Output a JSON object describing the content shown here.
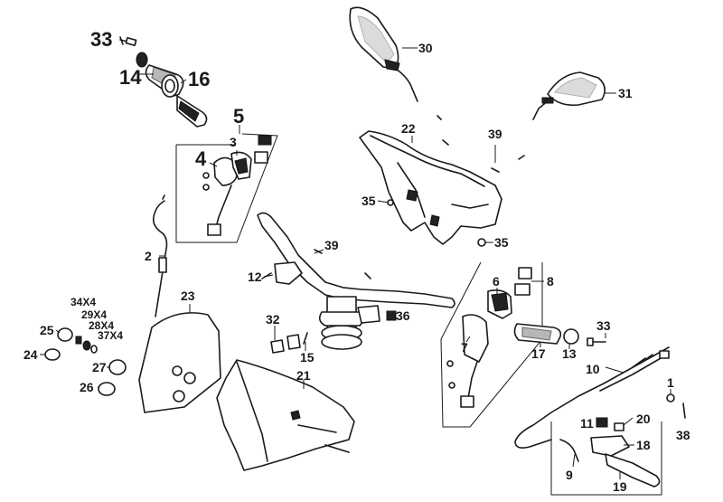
{
  "labels": {
    "p1": "1",
    "p2": "2",
    "p3": "3",
    "p4": "4",
    "p5": "5",
    "p6": "6",
    "p7": "7",
    "p8": "8",
    "p9": "9",
    "p10": "10",
    "p11": "11",
    "p12": "12",
    "p13": "13",
    "p14": "14",
    "p15": "15",
    "p16": "16",
    "p17": "17",
    "p18": "18",
    "p19": "19",
    "p20": "20",
    "p21": "21",
    "p22": "22",
    "p23": "23",
    "p24": "24",
    "p25": "25",
    "p26": "26",
    "p27": "27",
    "p28": "28X4",
    "p29": "29X4",
    "p30": "30",
    "p31": "31",
    "p32": "32",
    "p33a": "33",
    "p33b": "33",
    "p34": "34X4",
    "p35a": "35",
    "p35b": "35",
    "p36": "36",
    "p37": "37X4",
    "p38": "38",
    "p39a": "39",
    "p39b": "39"
  }
}
